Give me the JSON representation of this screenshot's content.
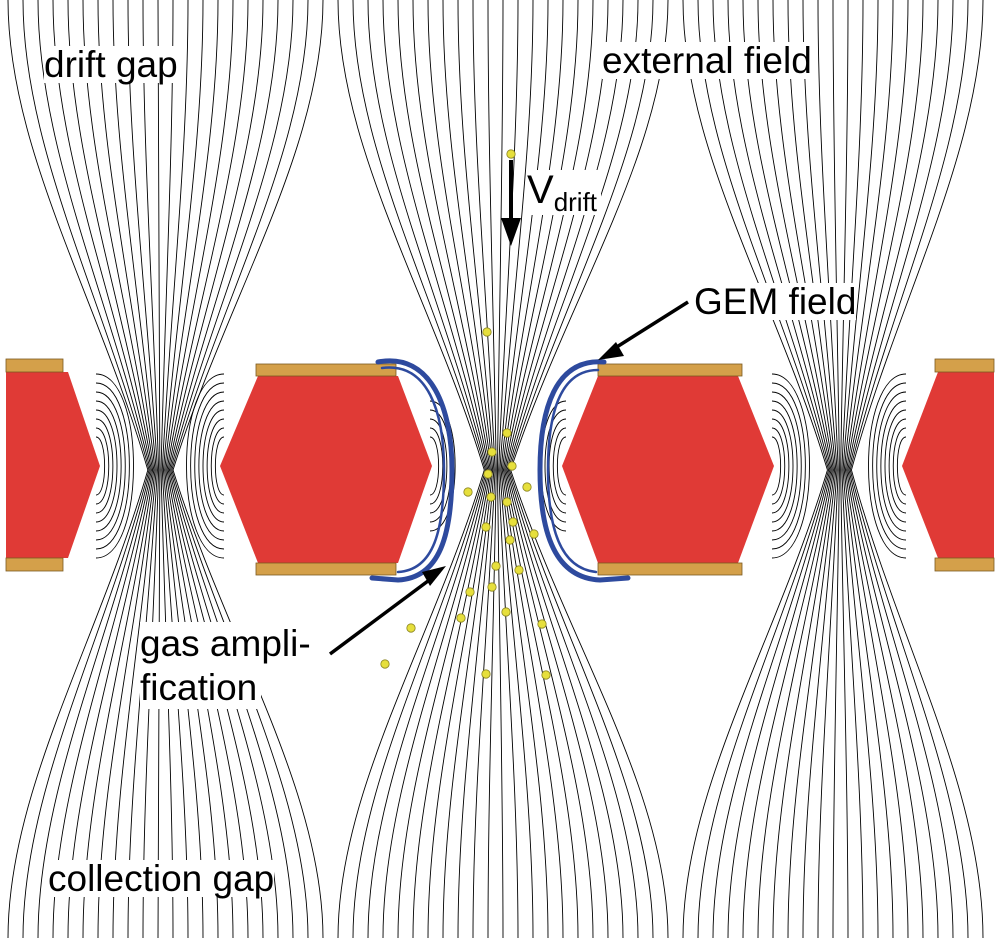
{
  "labels": {
    "drift_gap": "drift gap",
    "external_field": "external field",
    "collection_gap": "collection gap",
    "gem_field": "GEM field",
    "gas_amplification_line1": "gas ampli-",
    "gas_amplification_line2": "fication",
    "v_main": "V",
    "v_sub": "drift"
  },
  "colors": {
    "insulator": "#e03a36",
    "electrode": "#d4a04a",
    "field_line": "#000000",
    "gem_region": "#2e4a9e",
    "electron": "#e6df3c",
    "electron_stroke": "#8a8420",
    "background": "#ffffff"
  }
}
